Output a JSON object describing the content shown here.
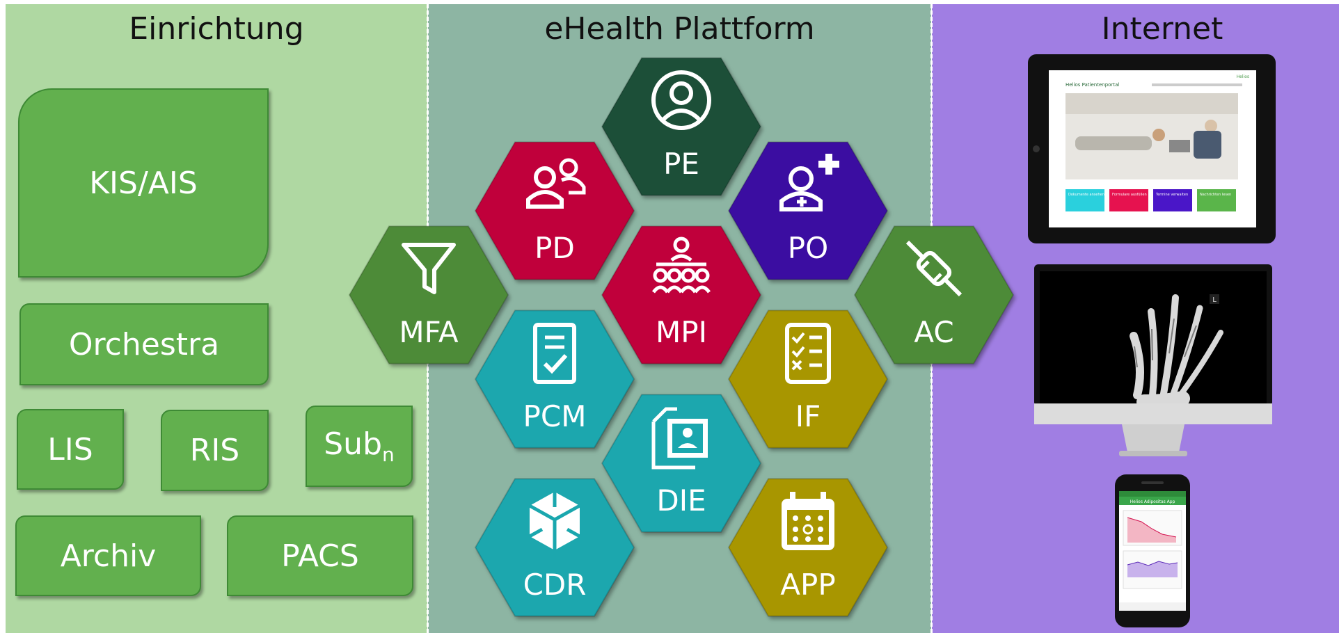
{
  "zones": {
    "left_title": "Einrichtung",
    "middle_title": "eHealth Plattform",
    "right_title": "Internet"
  },
  "systems": {
    "kis": "KIS/AIS",
    "orchestra": "Orchestra",
    "lis": "LIS",
    "ris": "RIS",
    "sub": "Sub",
    "sub_index": "n",
    "archiv": "Archiv",
    "pacs": "PACS"
  },
  "modules": [
    {
      "id": "pe",
      "label": "PE",
      "icon": "person-circle-icon",
      "color": "#1c4f39"
    },
    {
      "id": "pd",
      "label": "PD",
      "icon": "people-icon",
      "color": "#c0003a"
    },
    {
      "id": "po",
      "label": "PO",
      "icon": "person-plus-icon",
      "color": "#3b0ea1"
    },
    {
      "id": "mfa",
      "label": "MFA",
      "icon": "filter-icon",
      "color": "#4e8b39"
    },
    {
      "id": "mpi",
      "label": "MPI",
      "icon": "group-icon",
      "color": "#c0003a"
    },
    {
      "id": "ac",
      "label": "AC",
      "icon": "plug-icon",
      "color": "#4e8b39"
    },
    {
      "id": "pcm",
      "label": "PCM",
      "icon": "document-check-icon",
      "color": "#1aa7ae"
    },
    {
      "id": "if",
      "label": "IF",
      "icon": "checklist-icon",
      "color": "#a89600"
    },
    {
      "id": "die",
      "label": "DIE",
      "icon": "image-document-icon",
      "color": "#1aa7ae"
    },
    {
      "id": "cdr",
      "label": "CDR",
      "icon": "cubes-icon",
      "color": "#1aa7ae"
    },
    {
      "id": "app",
      "label": "APP",
      "icon": "calendar-icon",
      "color": "#a89600"
    }
  ],
  "devices": {
    "tablet": {
      "portal_title": "Helios Patientenportal",
      "brand": "Helios",
      "tiles": [
        "Dokumente ansehen",
        "Formulare ausfüllen",
        "Termine verwalten",
        "Nachrichten lesen"
      ],
      "tile_colors": [
        "#2ad0dd",
        "#e6124f",
        "#4a16c8",
        "#5ab54a"
      ]
    },
    "monitor": {
      "marker": "L"
    },
    "phone": {
      "app_title": "Helios Adipositas App"
    }
  }
}
